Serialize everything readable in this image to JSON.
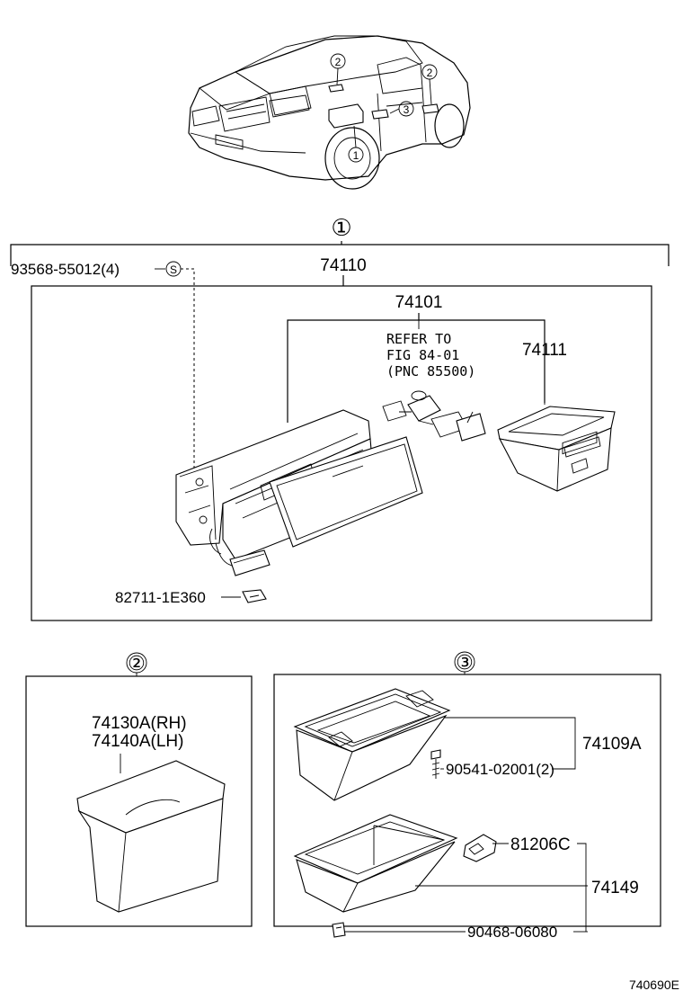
{
  "callouts": {
    "c1": "①",
    "c2": "②",
    "c3": "③",
    "car_c1": "1",
    "car_c2a": "2",
    "car_c2b": "2",
    "car_c3": "3"
  },
  "group1": {
    "assembly_part": "74110",
    "screw_part": "93568-55012(4)",
    "screw_symbol": "S",
    "box_part": "74101",
    "refer_line1": "REFER TO",
    "refer_line2": "FIG 84-01",
    "refer_line3": "(PNC 85500)",
    "inner_box_part": "74111",
    "clip_part": "82711-1E360"
  },
  "group2": {
    "part_rh": "74130A(RH)",
    "part_lh": "74140A(LH)"
  },
  "group3": {
    "upper_box_part": "74109A",
    "screw_part": "90541-02001(2)",
    "latch_part": "81206C",
    "lower_box_part": "74149",
    "nut_part": "90468-06080"
  },
  "figure_code": "740690E"
}
